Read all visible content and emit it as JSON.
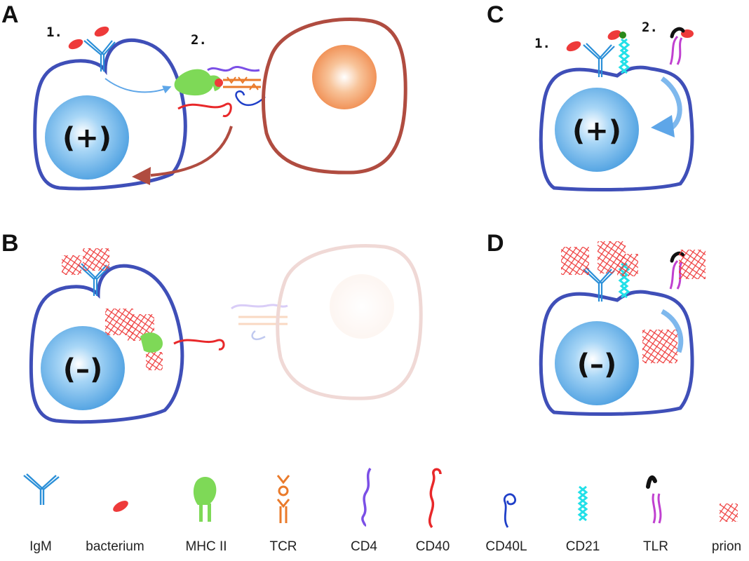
{
  "colors": {
    "b_cell_membrane": "#3f4fb8",
    "nucleus": "#5aaee8",
    "t_cell_membrane": "#b04c40",
    "t_cell_nucleus": "#f08a4a",
    "igm": "#2a8fd8",
    "bacterium": "#ee3a3a",
    "mhc2": "#7ed957",
    "tcr": "#ea7a2a",
    "cd4": "#7b4fe6",
    "cd40": "#e8282a",
    "cd40l": "#1f3fc8",
    "cd21": "#22e0e8",
    "tlr": "#c040d0",
    "tlr_ligand": "#111111",
    "prion": "#ee3a3a",
    "arrow": "#5ea6e8",
    "arrow_t": "#b04c40"
  },
  "panels": {
    "A": {
      "letter": "A",
      "step1": "1.",
      "step2": "2.",
      "sign": "(+)"
    },
    "B": {
      "letter": "B",
      "sign": "(–)"
    },
    "C": {
      "letter": "C",
      "step1": "1.",
      "step2": "2.",
      "sign": "(+)"
    },
    "D": {
      "letter": "D",
      "sign": "(–)"
    }
  },
  "legend": [
    {
      "id": "igm",
      "label": "IgM",
      "icon": "igm-icon"
    },
    {
      "id": "bacterium",
      "label": "bacterium",
      "icon": "bacterium-icon"
    },
    {
      "id": "mhc2",
      "label": "MHC II",
      "icon": "mhc2-icon"
    },
    {
      "id": "tcr",
      "label": "TCR",
      "icon": "tcr-icon"
    },
    {
      "id": "cd4",
      "label": "CD4",
      "icon": "cd4-icon"
    },
    {
      "id": "cd40",
      "label": "CD40",
      "icon": "cd40-icon"
    },
    {
      "id": "cd40l",
      "label": "CD40L",
      "icon": "cd40l-icon"
    },
    {
      "id": "cd21",
      "label": "CD21",
      "icon": "cd21-icon"
    },
    {
      "id": "tlr",
      "label": "TLR",
      "icon": "tlr-icon"
    },
    {
      "id": "prion",
      "label": "prion",
      "icon": "prion-icon"
    }
  ]
}
